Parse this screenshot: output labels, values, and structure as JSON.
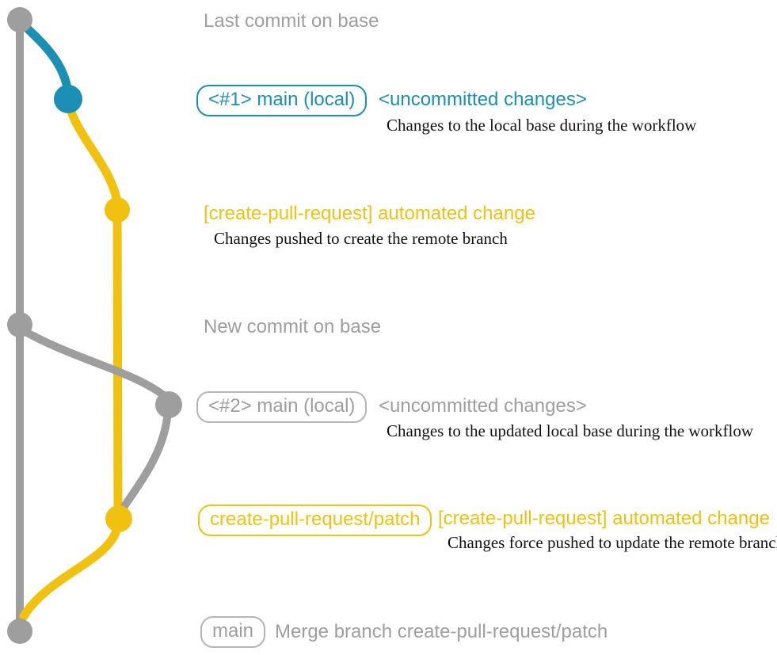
{
  "colors": {
    "blue": "#1b8fb4",
    "yellow": "#f0c10e",
    "gray": "#9e9e9e",
    "gray_border": "#b5b5b5",
    "ink": "#121212",
    "background": "#ffffff"
  },
  "sections": {
    "last_commit": {
      "title": "Last commit on base"
    },
    "uncommitted_1": {
      "branch_badge": "<#1> main (local)",
      "heading": "<uncommitted changes>",
      "note": "Changes to the local base during the workflow"
    },
    "automated_1": {
      "heading": "[create-pull-request] automated change",
      "note": "Changes pushed to create the remote branch"
    },
    "new_commit": {
      "title": "New commit on base"
    },
    "uncommitted_2": {
      "branch_badge": "<#2> main (local)",
      "heading": "<uncommitted changes>",
      "note": "Changes to the updated local base during the workflow"
    },
    "automated_2": {
      "branch_badge": "create-pull-request/patch",
      "heading": "[create-pull-request] automated change",
      "note": "Changes force pushed to update the remote branch"
    },
    "merge": {
      "branch_badge": "main",
      "heading": "Merge branch create-pull-request/patch"
    }
  }
}
